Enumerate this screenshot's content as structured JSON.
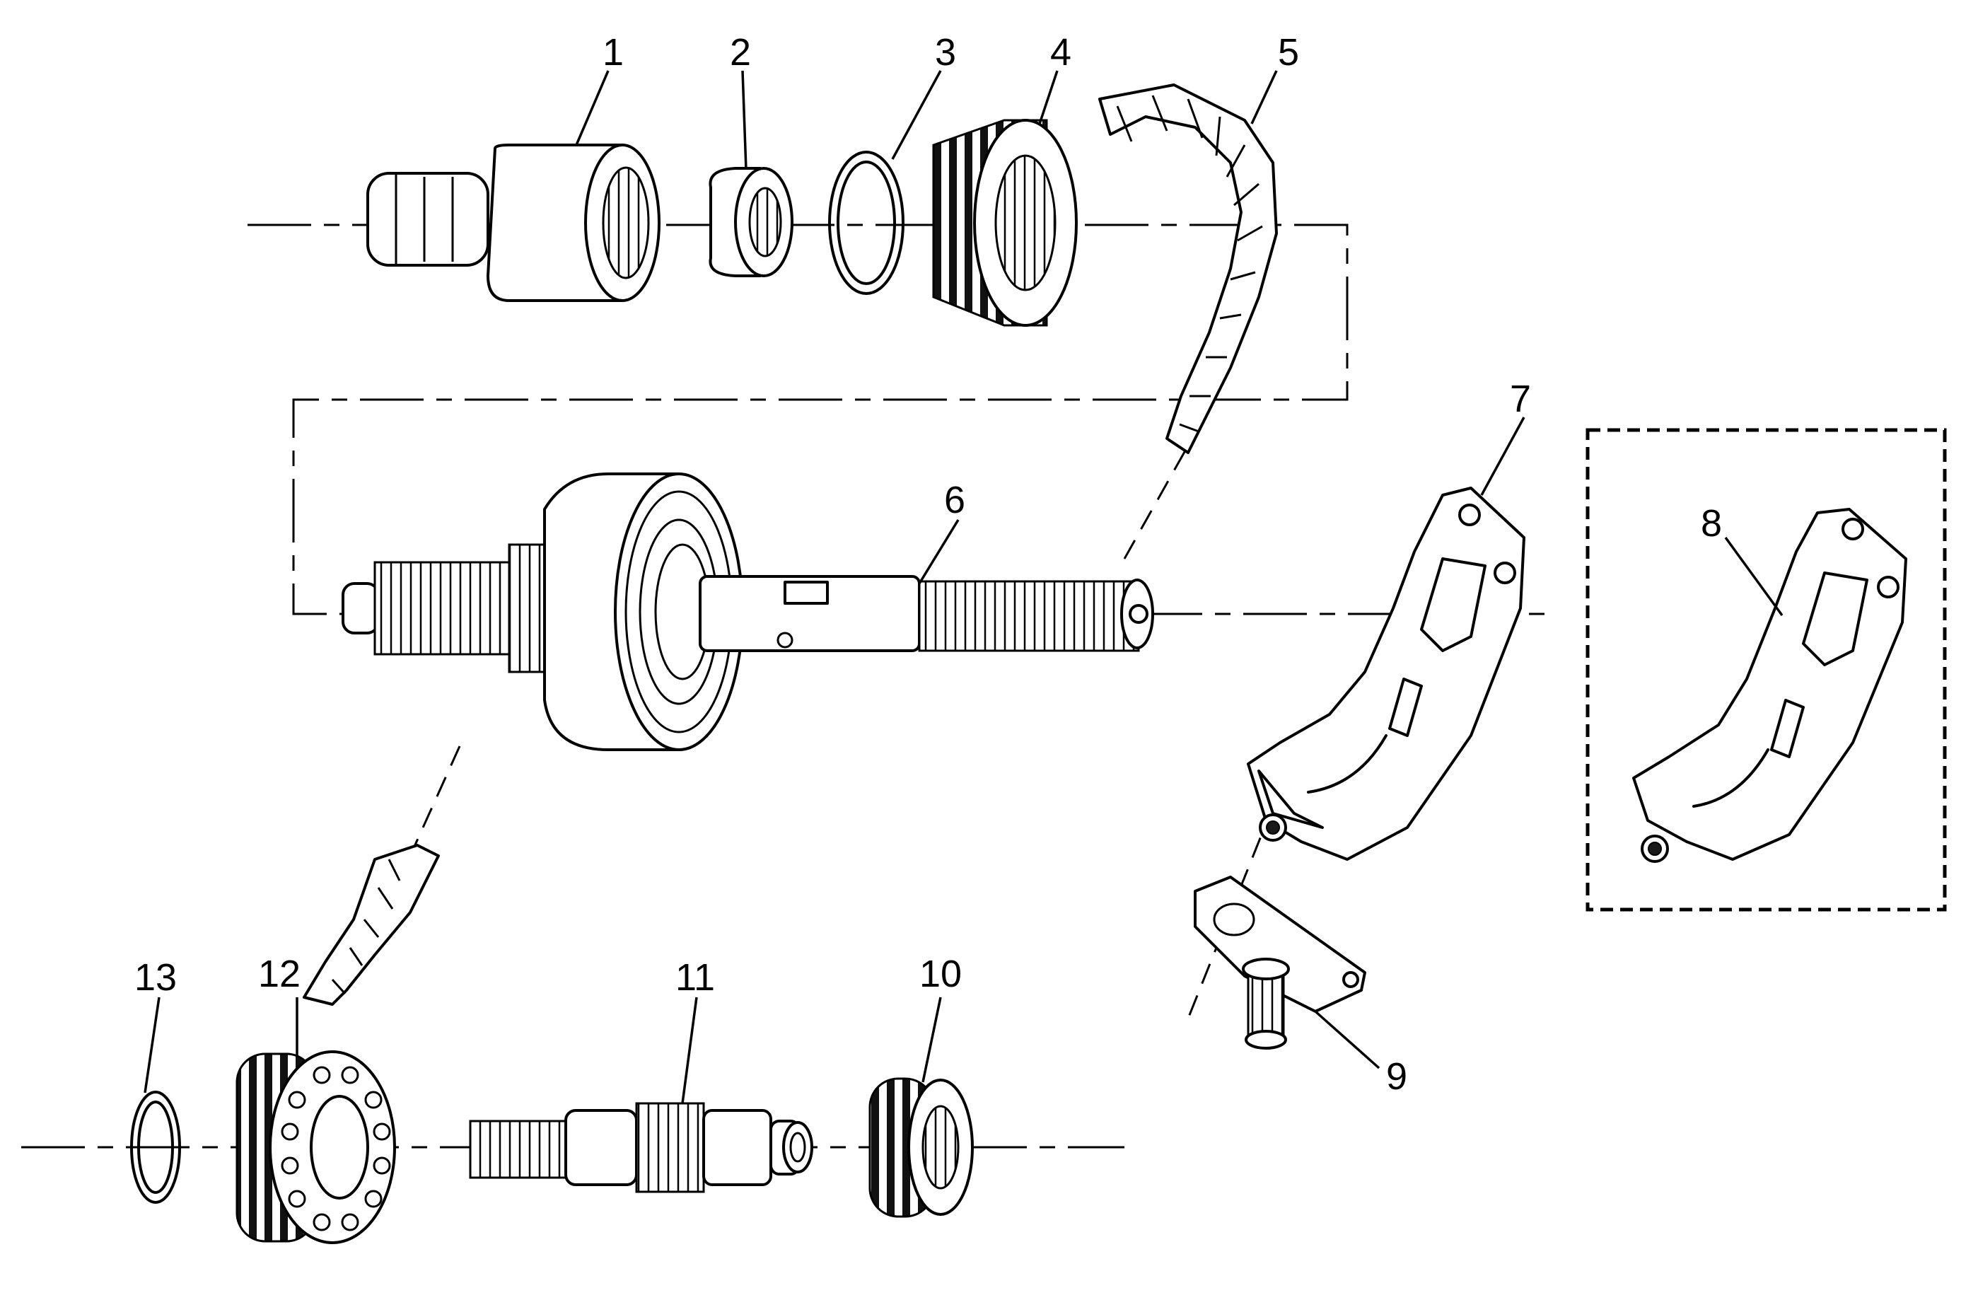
{
  "callouts": {
    "c1": "1",
    "c2": "2",
    "c3": "3",
    "c4": "4",
    "c5": "5",
    "c6": "6",
    "c7": "7",
    "c8": "8",
    "c9": "9",
    "c10": "10",
    "c11": "11",
    "c12": "12",
    "c13": "13"
  },
  "icons": {
    "parts": [
      "shaft",
      "bushing",
      "snap-ring",
      "sprocket",
      "drive-chain",
      "mainshaft",
      "bracket",
      "alternate-bracket",
      "plate",
      "gear",
      "output-shaft"
    ]
  }
}
